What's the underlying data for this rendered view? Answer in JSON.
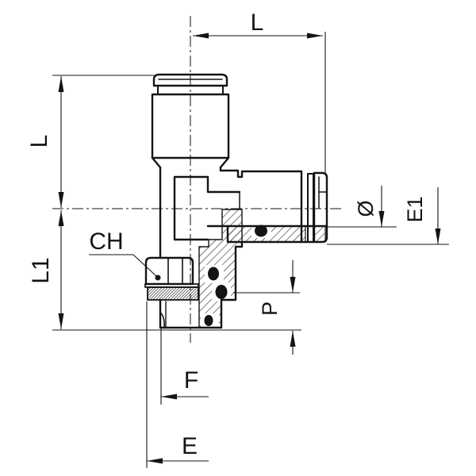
{
  "drawing": {
    "type": "technical-section-drawing",
    "subject": "push-in pneumatic fitting, branch tee with male thread, half cross-section",
    "background": "#ffffff",
    "ink": "#141414",
    "labels": {
      "dim_top_length": "L",
      "dim_left_upper": "L",
      "dim_left_lower": "L1",
      "callout_hex": "CH",
      "dim_tube_od": "Ø",
      "dim_port_end": "E1",
      "dim_thread_len": "P",
      "dim_thread_dia": "F",
      "dim_hex_dia": "E"
    }
  }
}
